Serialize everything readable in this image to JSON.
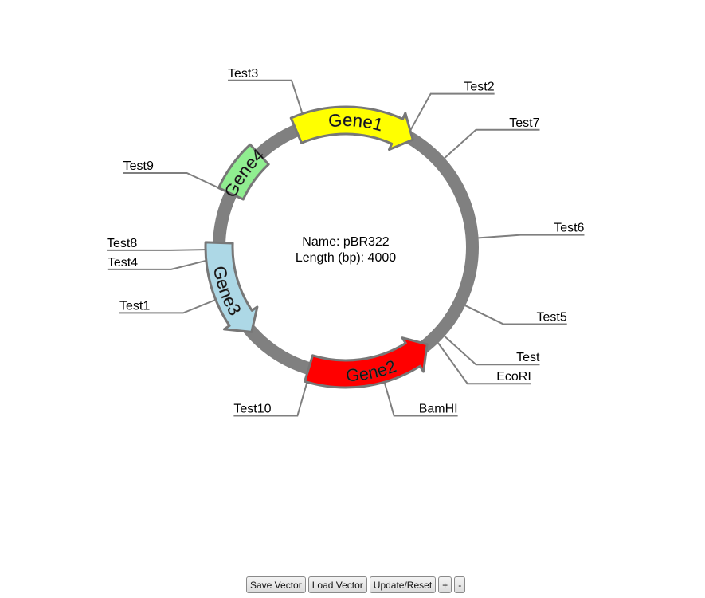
{
  "map": {
    "name_line": "Name: pBR322",
    "length_line": "Length (bp): 4000",
    "colors": {
      "backbone": "#808080",
      "leader": "#7f7f7f",
      "gene_outline": "#777777"
    },
    "genes": [
      {
        "name": "Gene1",
        "color": "#ffff00",
        "start_deg": 337,
        "end_deg": 32,
        "direction": "cw"
      },
      {
        "name": "Gene2",
        "color": "#ff0000",
        "start_deg": 140,
        "end_deg": 197,
        "direction": "ccw"
      },
      {
        "name": "Gene3",
        "color": "#add8e6",
        "start_deg": 228,
        "end_deg": 272,
        "direction": "ccw"
      },
      {
        "name": "Gene4",
        "color": "#90ee90",
        "start_deg": 295,
        "end_deg": 317,
        "direction": "none"
      }
    ],
    "markers": [
      {
        "label": "Test3",
        "angle_deg": 342
      },
      {
        "label": "Test2",
        "angle_deg": 29
      },
      {
        "label": "Test7",
        "angle_deg": 48
      },
      {
        "label": "Test6",
        "angle_deg": 86
      },
      {
        "label": "Test5",
        "angle_deg": 116
      },
      {
        "label": "Test",
        "angle_deg": 132
      },
      {
        "label": "EcoRI",
        "angle_deg": 136
      },
      {
        "label": "BamHI",
        "angle_deg": 164
      },
      {
        "label": "Test10",
        "angle_deg": 196
      },
      {
        "label": "Test1",
        "angle_deg": 248
      },
      {
        "label": "Test4",
        "angle_deg": 265
      },
      {
        "label": "Test8",
        "angle_deg": 269
      },
      {
        "label": "Test9",
        "angle_deg": 295
      }
    ]
  },
  "toolbar": {
    "save_label": "Save Vector",
    "load_label": "Load Vector",
    "update_label": "Update/Reset",
    "zoom_in_label": "+",
    "zoom_out_label": "-"
  }
}
